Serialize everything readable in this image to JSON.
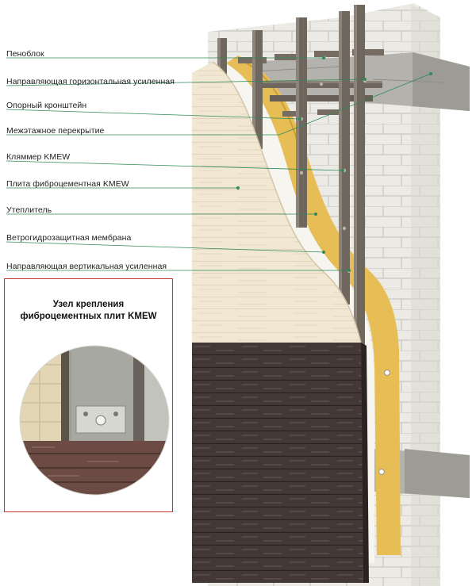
{
  "labels": [
    "Пеноблок",
    "Направляющая горизонтальная усиленная",
    "Опорный кронштейн",
    "Межэтажное перекрытие",
    "Кляммер KMEW",
    "Плита фиброцементная KMEW",
    "Утеплитель",
    "Ветрогидрозащитная мембрана",
    "Направляющая вертикальная усиленная"
  ],
  "inset": {
    "title_line1": "Узел крепления",
    "title_line2": "фиброцементных плит KMEW"
  },
  "colors": {
    "accent_frame": "#c0392b",
    "leader_line": "#2e8b57",
    "steel": "#6f665d",
    "insulation": "#e6be55",
    "cream_panel": "#f1e7d2",
    "dark_panel": "#3f3532",
    "block_wall": "#ecebe6",
    "concrete_slab": "#b3b1ab"
  }
}
